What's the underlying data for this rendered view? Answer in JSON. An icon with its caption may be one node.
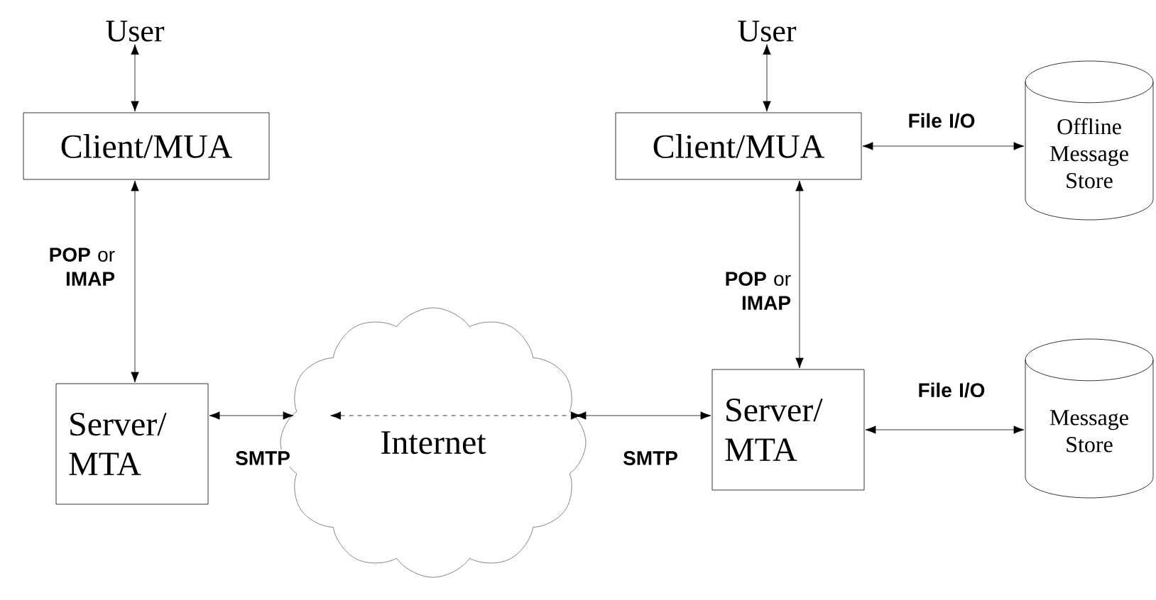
{
  "diagram": {
    "nodes": [
      {
        "text": [
          "User"
        ]
      },
      {
        "text": [
          "Client/MUA"
        ]
      },
      {
        "text": [
          "Server/ MTA"
        ]
      },
      {
        "text": [
          "Internet"
        ]
      },
      {
        "text": [
          "User"
        ]
      },
      {
        "text": [
          "Client/MUA"
        ]
      },
      {
        "text": [
          "Offline Message Store"
        ]
      },
      {
        "text": [
          "Server/ MTA"
        ]
      },
      {
        "text": [
          "Message Store"
        ]
      }
    ],
    "edges": [
      {
        "from": 0,
        "to": 1,
        "arrow": "both"
      },
      {
        "from": 1,
        "to": 2,
        "arrow": "both",
        "label": "**POP** or **IMAP**"
      },
      {
        "from": 2,
        "to": 3,
        "arrow": "both",
        "label": "SMTP"
      },
      {
        "from": 3,
        "to": 7,
        "arrow": "both",
        "label": "SMTP"
      },
      {
        "from": 4,
        "to": 5,
        "arrow": "both"
      },
      {
        "from": 5,
        "to": 6,
        "arrow": "both",
        "label": "File I/O"
      },
      {
        "from": 5,
        "to": 7,
        "arrow": "both",
        "label": "**POP** or **IMAP**"
      },
      {
        "from": 7,
        "to": 8,
        "arrow": "both",
        "label": "File I/O"
      }
    ]
  }
}
